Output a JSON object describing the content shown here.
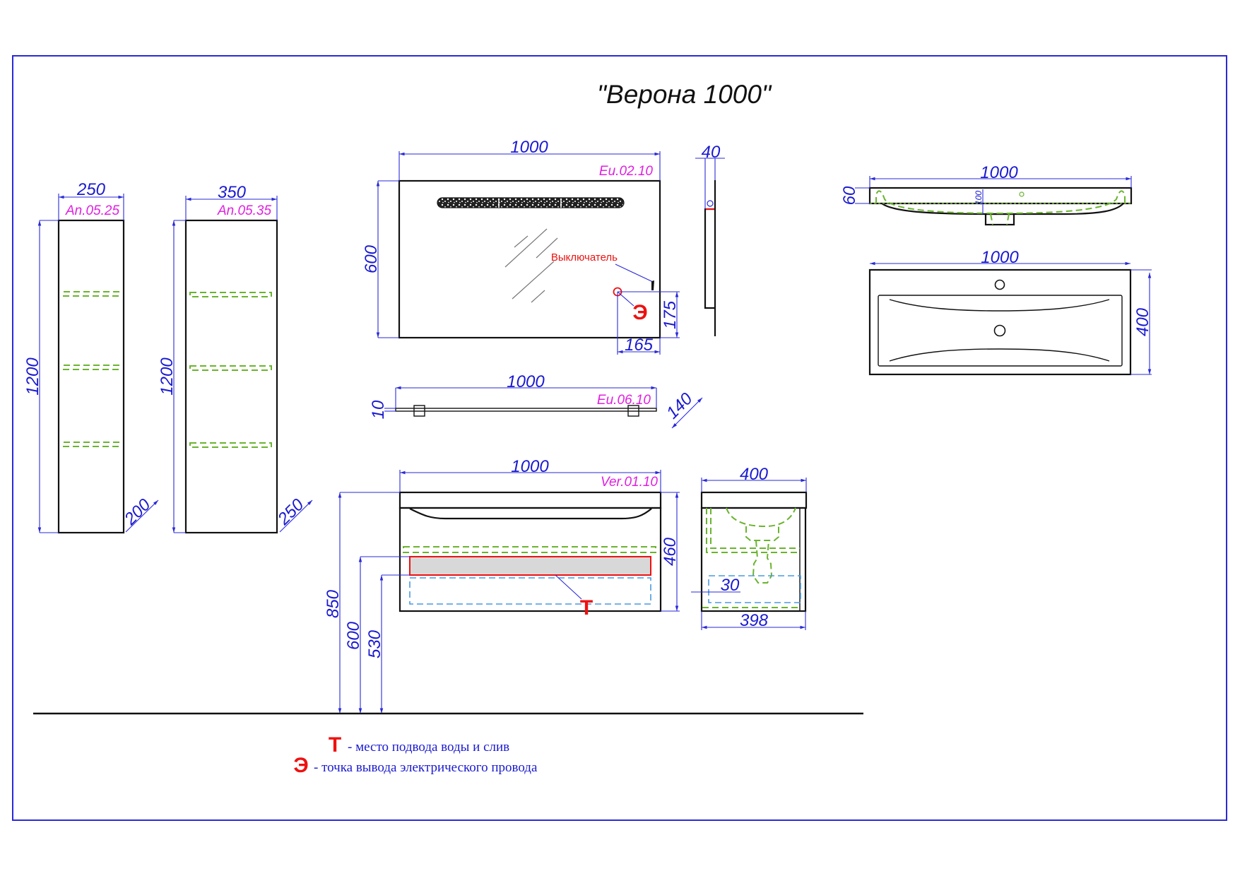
{
  "title": "\"Верона 1000\"",
  "tall_cabinets": [
    {
      "code": "An.05.25",
      "width": "250",
      "height": "1200",
      "depth": "200"
    },
    {
      "code": "An.05.35",
      "width": "350",
      "height": "1200",
      "depth": "250"
    }
  ],
  "mirror": {
    "code": "Eu.02.10",
    "width": "1000",
    "height": "600",
    "depth": "40",
    "switch_label": "Выключатель",
    "electric_offset_x": "165",
    "electric_offset_y": "175",
    "electric_marker": "Э"
  },
  "shelf": {
    "code": "Eu.06.10",
    "width": "1000",
    "thickness": "10",
    "depth": "140"
  },
  "vanity": {
    "code": "Ver.01.10",
    "width": "1000",
    "height": "460",
    "depth_top": "400",
    "depth_body": "398",
    "back_offset": "30",
    "mount_height": "850",
    "water_top": "600",
    "water_bottom": "530",
    "water_marker": "Т"
  },
  "washbasin": {
    "width_side": "1000",
    "thickness": "60",
    "bowl_depth": "100",
    "width_top": "1000",
    "depth": "400"
  },
  "legend": [
    {
      "marker": "Т",
      "text": "- место подвода воды и слив"
    },
    {
      "marker": "Э",
      "text": "-  точка вывода электрического провода"
    }
  ],
  "colors": {
    "frame": "#2a2ad8",
    "dimension": "#1a1ad0",
    "code": "#e020e0",
    "marker": "#ee1111",
    "hidden_green": "#6ab42e",
    "hidden_blue": "#4a9ae0"
  }
}
